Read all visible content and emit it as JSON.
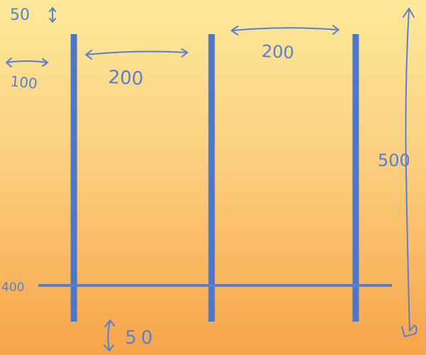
{
  "labels": {
    "top_gap": "50",
    "left_gap": "100",
    "gap_first": "200",
    "gap_second": "200",
    "total_height": "500",
    "crossbar_height": "400",
    "bottom_gap": "50"
  },
  "colors": {
    "ink": "#5b7fcf",
    "post": "#4f77c9",
    "bg_top": "#fde99a",
    "bg_bottom": "#f7a44a"
  }
}
